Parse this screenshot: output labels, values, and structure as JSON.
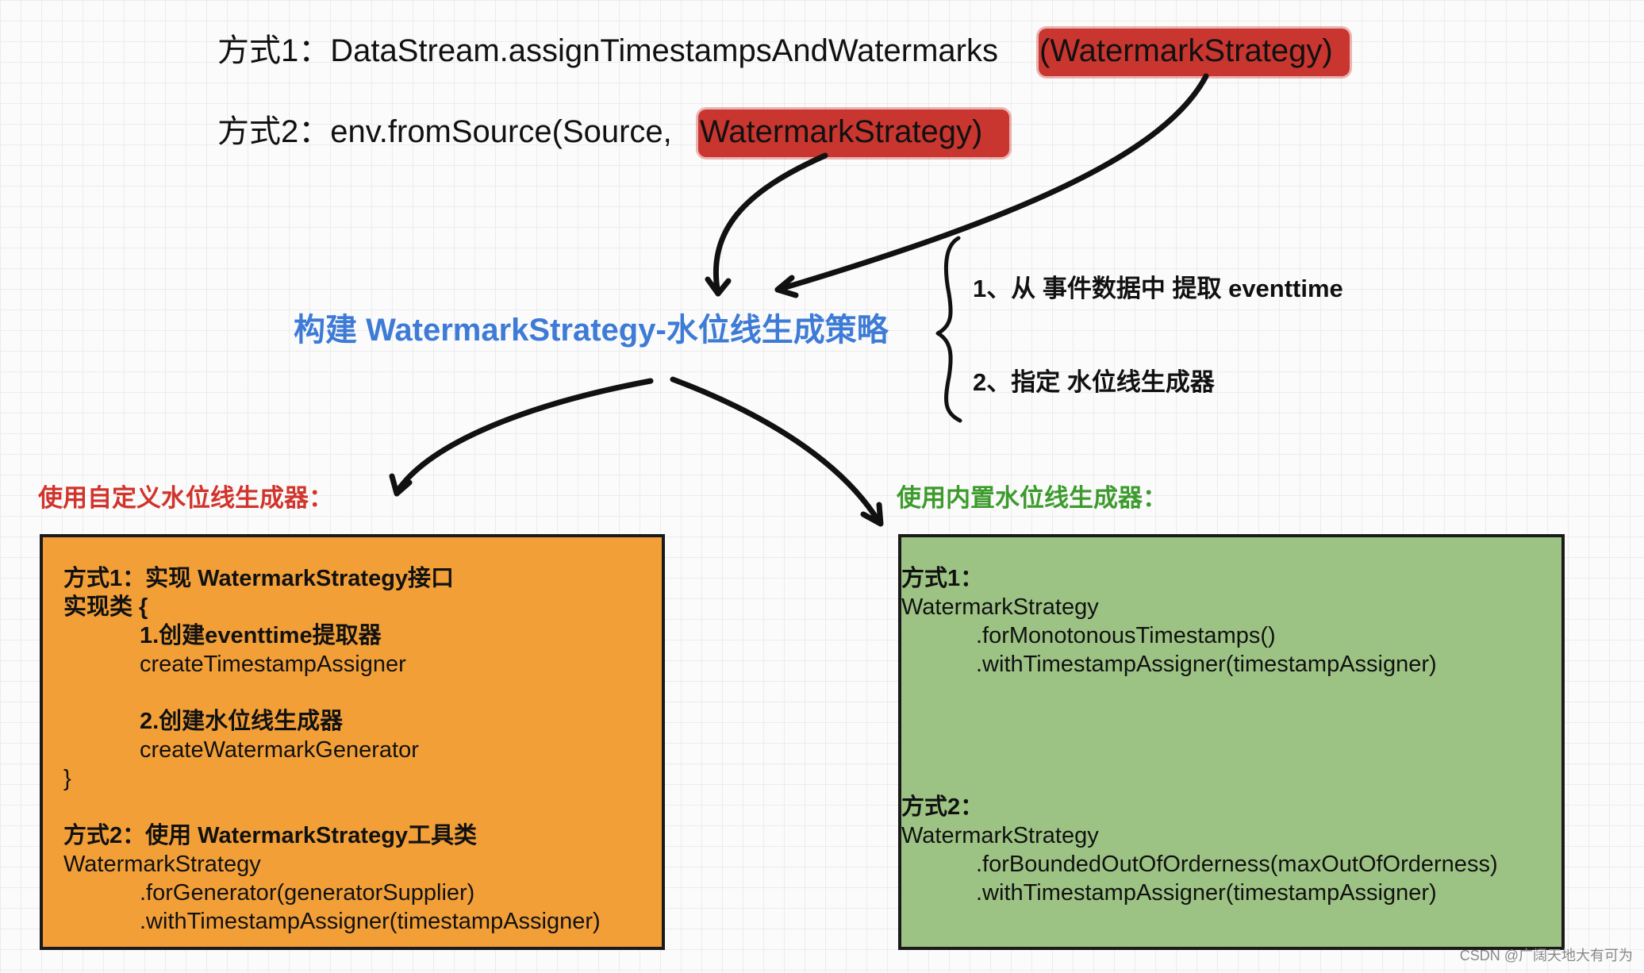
{
  "header": {
    "method1_prefix": "方式1：DataStream.assignTimestampsAndWatermarks",
    "method1_highlight": "(WatermarkStrategy)",
    "method2_prefix": "方式2：env.fromSource(Source,",
    "method2_highlight": "WatermarkStrategy)"
  },
  "center": {
    "title": "构建 WatermarkStrategy-水位线生成策略"
  },
  "notes": {
    "item1": "1、从 事件数据中 提取 eventtime",
    "item2": "2、指定 水位线生成器"
  },
  "left_section": {
    "label": "使用自定义水位线生成器：",
    "label_color": "#d0342c",
    "lines": [
      "方式1：实现 WatermarkStrategy接口",
      "实现类 {",
      "1.创建eventtime提取器",
      "createTimestampAssigner",
      "2.创建水位线生成器",
      "createWatermarkGenerator",
      "}",
      "方式2：使用 WatermarkStrategy工具类",
      "WatermarkStrategy",
      ".forGenerator(generatorSupplier)",
      ".withTimestampAssigner(timestampAssigner)"
    ]
  },
  "right_section": {
    "label": "使用内置水位线生成器：",
    "label_color": "#3d9b2d",
    "lines": [
      "方式1：",
      "WatermarkStrategy",
      ".forMonotonousTimestamps()",
      ".withTimestampAssigner(timestampAssigner)",
      "方式2：",
      "WatermarkStrategy",
      ".forBoundedOutOfOrderness(maxOutOfOrderness)",
      ".withTimestampAssigner(timestampAssigner)"
    ]
  },
  "watermark": "CSDN @广阔天地大有可为",
  "colors": {
    "highlight": "#c9352f",
    "title_blue": "#3d7bd6",
    "orange_box": "#f29f38",
    "green_box": "#9dc384"
  }
}
